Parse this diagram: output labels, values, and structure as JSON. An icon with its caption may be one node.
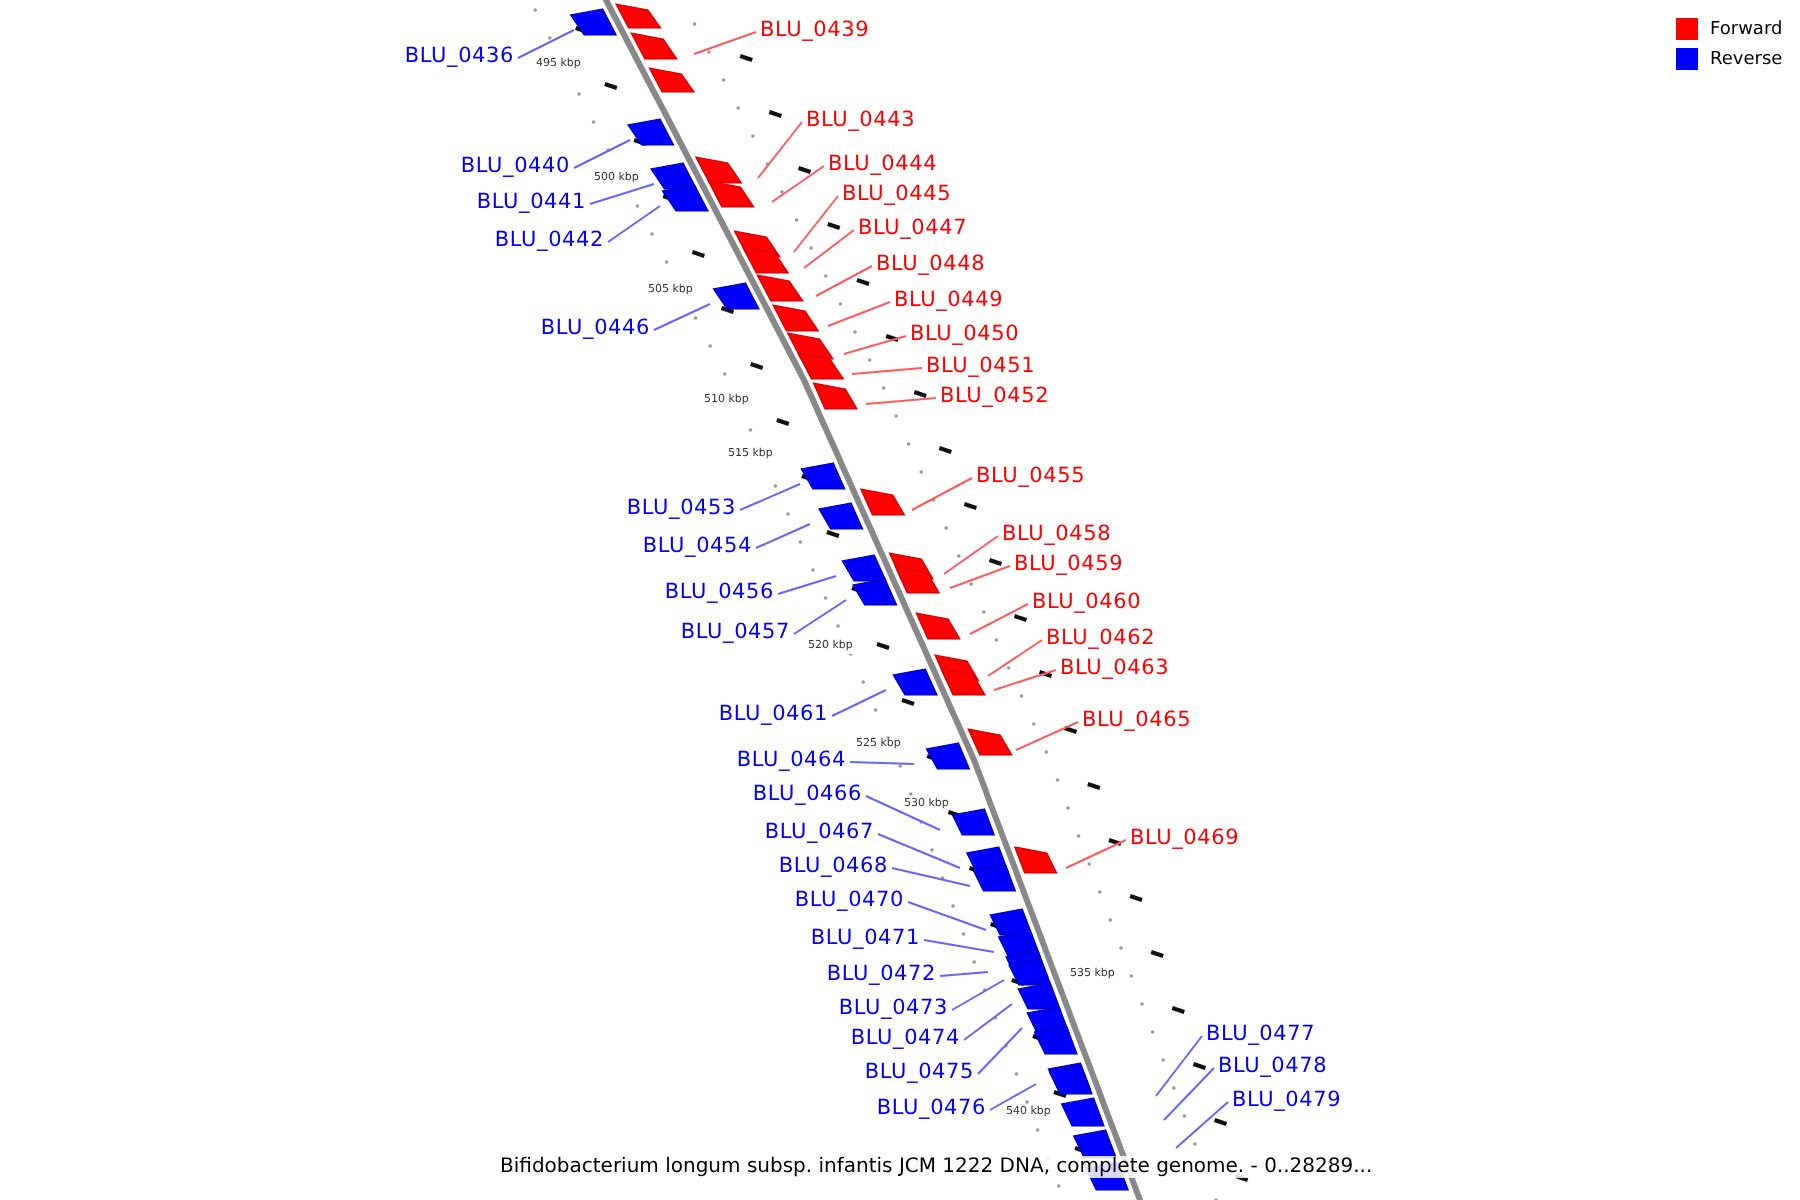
{
  "diagram": {
    "caption": "Bifidobacterium longum subsp. infantis JCM 1222 DNA, complete genome. - 0..28289...",
    "nodes": [
      {
        "text": [
          "BLU_0439"
        ]
      },
      {
        "text": [
          "BLU_0436"
        ]
      },
      {
        "text": [
          "BLU_0443"
        ]
      },
      {
        "text": [
          "BLU_0444"
        ]
      },
      {
        "text": [
          "BLU_0440"
        ]
      },
      {
        "text": [
          "BLU_0445"
        ]
      },
      {
        "text": [
          "BLU_0441"
        ]
      },
      {
        "text": [
          "BLU_0447"
        ]
      },
      {
        "text": [
          "BLU_0442"
        ]
      },
      {
        "text": [
          "BLU_0448"
        ]
      },
      {
        "text": [
          "BLU_0449"
        ]
      },
      {
        "text": [
          "BLU_0446"
        ]
      },
      {
        "text": [
          "BLU_0450"
        ]
      },
      {
        "text": [
          "BLU_0451"
        ]
      },
      {
        "text": [
          "BLU_0452"
        ]
      },
      {
        "text": [
          "BLU_0455"
        ]
      },
      {
        "text": [
          "BLU_0453"
        ]
      },
      {
        "text": [
          "BLU_0458"
        ]
      },
      {
        "text": [
          "BLU_0454"
        ]
      },
      {
        "text": [
          "BLU_0459"
        ]
      },
      {
        "text": [
          "BLU_0456"
        ]
      },
      {
        "text": [
          "BLU_0460"
        ]
      },
      {
        "text": [
          "BLU_0457"
        ]
      },
      {
        "text": [
          "BLU_0462"
        ]
      },
      {
        "text": [
          "BLU_0463"
        ]
      },
      {
        "text": [
          "BLU_0461"
        ]
      },
      {
        "text": [
          "BLU_0465"
        ]
      },
      {
        "text": [
          "BLU_0464"
        ]
      },
      {
        "text": [
          "BLU_0466"
        ]
      },
      {
        "text": [
          "BLU_0467"
        ]
      },
      {
        "text": [
          "BLU_0469"
        ]
      },
      {
        "text": [
          "BLU_0468"
        ]
      },
      {
        "text": [
          "BLU_0470"
        ]
      },
      {
        "text": [
          "BLU_0471"
        ]
      },
      {
        "text": [
          "BLU_0472"
        ]
      },
      {
        "text": [
          "BLU_0473"
        ]
      },
      {
        "text": [
          "BLU_0477"
        ]
      },
      {
        "text": [
          "BLU_0474"
        ]
      },
      {
        "text": [
          "BLU_0478"
        ]
      },
      {
        "text": [
          "BLU_0475"
        ]
      },
      {
        "text": [
          "BLU_0479"
        ]
      },
      {
        "text": [
          "BLU_0476"
        ]
      }
    ],
    "edges": [
      {
        "from": 0,
        "to": null,
        "arrow": "none",
        "color": "#ff5a5a"
      },
      {
        "from": 1,
        "to": null,
        "arrow": "none"
      },
      {
        "from": 2,
        "to": null,
        "arrow": "none",
        "color": "#ff5a5a"
      },
      {
        "from": 3,
        "to": null,
        "arrow": "none",
        "color": "#ff5a5a"
      },
      {
        "from": 4,
        "to": null,
        "arrow": "none"
      },
      {
        "from": 5,
        "to": null,
        "arrow": "none",
        "color": "#ff5a5a"
      },
      {
        "from": 6,
        "to": null,
        "arrow": "none"
      },
      {
        "from": 7,
        "to": null,
        "arrow": "none",
        "color": "#ff5a5a"
      },
      {
        "from": 8,
        "to": null,
        "arrow": "none"
      },
      {
        "from": 9,
        "to": null,
        "arrow": "none",
        "color": "#ff5a5a"
      },
      {
        "from": 10,
        "to": null,
        "arrow": "none",
        "color": "#ff5a5a"
      },
      {
        "from": 11,
        "to": null,
        "arrow": "none"
      },
      {
        "from": 12,
        "to": null,
        "arrow": "none",
        "color": "#ff5a5a"
      },
      {
        "from": 13,
        "to": null,
        "arrow": "none",
        "color": "#ff5a5a"
      },
      {
        "from": 14,
        "to": null,
        "arrow": "none",
        "color": "#ff5a5a"
      },
      {
        "from": 15,
        "to": null,
        "arrow": "none",
        "color": "#ff5a5a"
      },
      {
        "from": 16,
        "to": null,
        "arrow": "none"
      },
      {
        "from": 17,
        "to": null,
        "arrow": "none",
        "color": "#ff5a5a"
      },
      {
        "from": 18,
        "to": null,
        "arrow": "none"
      },
      {
        "from": 19,
        "to": null,
        "arrow": "none",
        "color": "#ff5a5a"
      },
      {
        "from": 20,
        "to": null,
        "arrow": "none"
      },
      {
        "from": 21,
        "to": null,
        "arrow": "none",
        "color": "#ff5a5a"
      },
      {
        "from": 22,
        "to": null,
        "arrow": "none"
      },
      {
        "from": 23,
        "to": null,
        "arrow": "none",
        "color": "#ff5a5a"
      },
      {
        "from": 24,
        "to": null,
        "arrow": "none",
        "color": "#ff5a5a"
      },
      {
        "from": 25,
        "to": null,
        "arrow": "none"
      },
      {
        "from": 26,
        "to": null,
        "arrow": "none",
        "color": "#ff5a5a"
      },
      {
        "from": 27,
        "to": null,
        "arrow": "none"
      },
      {
        "from": 28,
        "to": null,
        "arrow": "none"
      },
      {
        "from": 29,
        "to": null,
        "arrow": "none"
      },
      {
        "from": 30,
        "to": null,
        "arrow": "none",
        "color": "#ff5a5a"
      },
      {
        "from": 31,
        "to": null,
        "arrow": "none"
      },
      {
        "from": 32,
        "to": null,
        "arrow": "none"
      },
      {
        "from": 33,
        "to": null,
        "arrow": "none"
      },
      {
        "from": 34,
        "to": null,
        "arrow": "none"
      },
      {
        "from": 35,
        "to": null,
        "arrow": "none"
      },
      {
        "from": 36,
        "to": null,
        "arrow": "none"
      },
      {
        "from": 37,
        "to": null,
        "arrow": "none"
      },
      {
        "from": 38,
        "to": null,
        "arrow": "none"
      },
      {
        "from": 39,
        "to": null,
        "arrow": "none"
      },
      {
        "from": 40,
        "to": null,
        "arrow": "none"
      },
      {
        "from": 41,
        "to": null,
        "arrow": "none"
      }
    ],
    "labels": [
      "495 kbp",
      "500 kbp",
      "505 kbp",
      "510 kbp",
      "515 kbp",
      "520 kbp",
      "525 kbp",
      "530 kbp",
      "535 kbp",
      "540 kbp"
    ],
    "legend": [
      {
        "text": "Forward",
        "color": "#ff0000"
      },
      {
        "text": "Reverse",
        "color": "#0000ff"
      }
    ]
  }
}
